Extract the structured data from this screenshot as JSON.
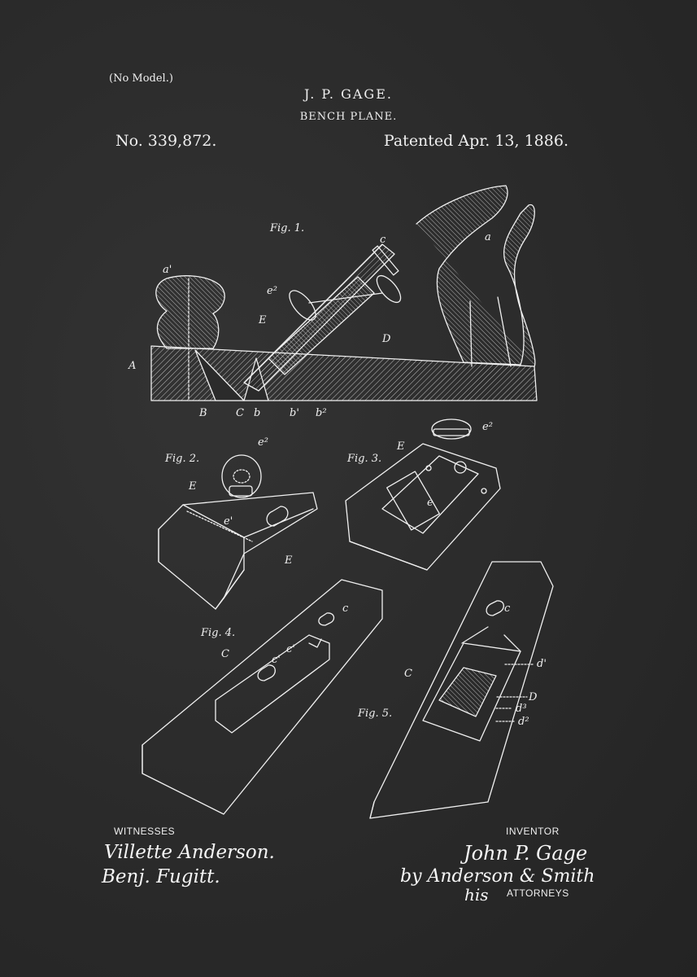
{
  "header": {
    "no_model": "(No Model.)",
    "inventor": "J. P. GAGE.",
    "title": "BENCH PLANE.",
    "patent_number": "No. 339,872.",
    "patent_date": "Patented Apr. 13, 1886."
  },
  "figures": {
    "fig1": "Fig. 1.",
    "fig2": "Fig. 2.",
    "fig3": "Fig. 3.",
    "fig4": "Fig. 4.",
    "fig5": "Fig. 5."
  },
  "labels": {
    "a": "a",
    "a_prime": "a'",
    "A": "A",
    "B": "B",
    "C": "C",
    "D": "D",
    "E": "E",
    "e": "e",
    "e_prime": "e'",
    "e2": "e²",
    "c": "c",
    "c_prime": "c'",
    "d_prime": "d'",
    "d2": "d²",
    "d3": "d³",
    "b": "b",
    "b_prime": "b'",
    "b2": "b²"
  },
  "footer": {
    "witnesses_label": "WITNESSES",
    "witness1": "Villette Anderson.",
    "witness2": "Benj. Fugitt.",
    "inventor_label": "INVENTOR",
    "inventor_signature": "John P. Gage",
    "attorney_signature": "by Anderson & Smith",
    "his": "his",
    "attorneys_label": "ATTORNEYS"
  }
}
